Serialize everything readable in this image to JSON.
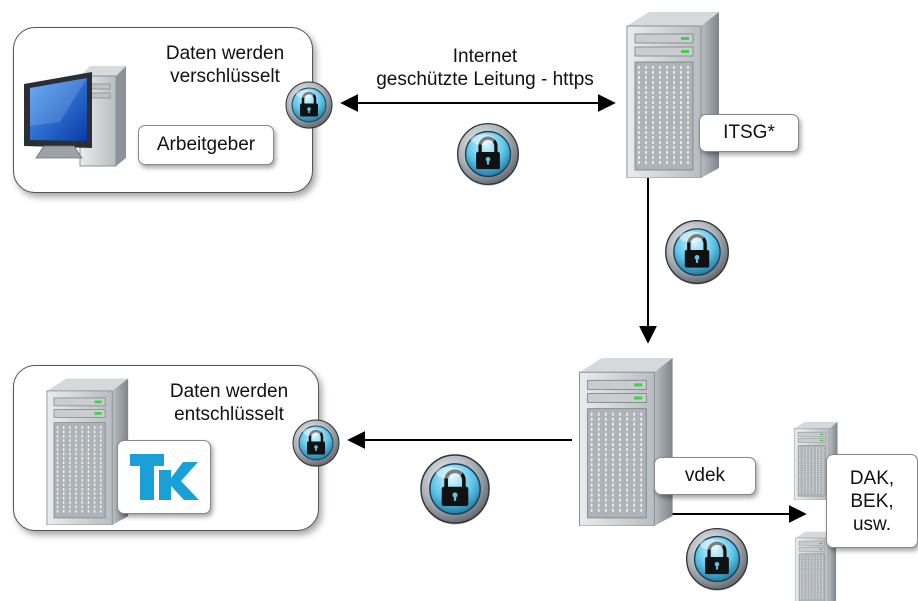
{
  "employer": {
    "label": "Arbeitgeber",
    "caption_line1": "Daten werden",
    "caption_line2": "verschlüsselt"
  },
  "channel": {
    "line1": "Internet",
    "line2": "geschützte Leitung - https"
  },
  "itsg": {
    "label": "ITSG*"
  },
  "vdek": {
    "label": "vdek"
  },
  "others": {
    "line1": "DAK,",
    "line2": "BEK,",
    "line3": "usw."
  },
  "tk": {
    "caption_line1": "Daten werden",
    "caption_line2": "entschlüsselt",
    "logo_color": "#1aa0d8"
  },
  "lock_icon": "padlock-icon"
}
